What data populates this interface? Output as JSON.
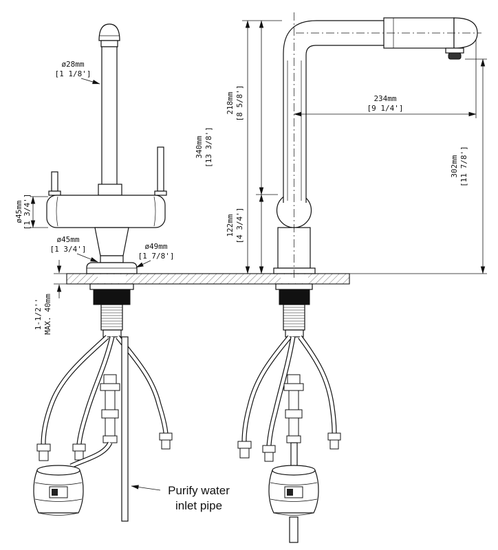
{
  "dims": {
    "spout_dia_mm": "ø28mm",
    "spout_dia_in": "[1 1/8']",
    "body_dia_mm": "ø45mm",
    "body_dia_in": "[1 3/4']",
    "base_dia_mm": "ø45mm",
    "base_dia_in": "[1 3/4']",
    "flange_dia_mm": "ø49mm",
    "flange_dia_in": "[1 7/8']",
    "deck_max_line1": "1-1/2''",
    "deck_max_line2": "MAX. 40mm",
    "height_total_mm": "340mm",
    "height_total_in": "[13 3/8']",
    "height_spout_mm": "218mm",
    "height_spout_in": "[8 5/8']",
    "height_body_mm": "122mm",
    "height_body_in": "[4 3/4']",
    "reach_mm": "234mm",
    "reach_in": "[9 1/4']",
    "clearance_mm": "302mm",
    "clearance_in": "[11 7/8']"
  },
  "note": {
    "line1": "Purify water",
    "line2": "inlet pipe"
  }
}
